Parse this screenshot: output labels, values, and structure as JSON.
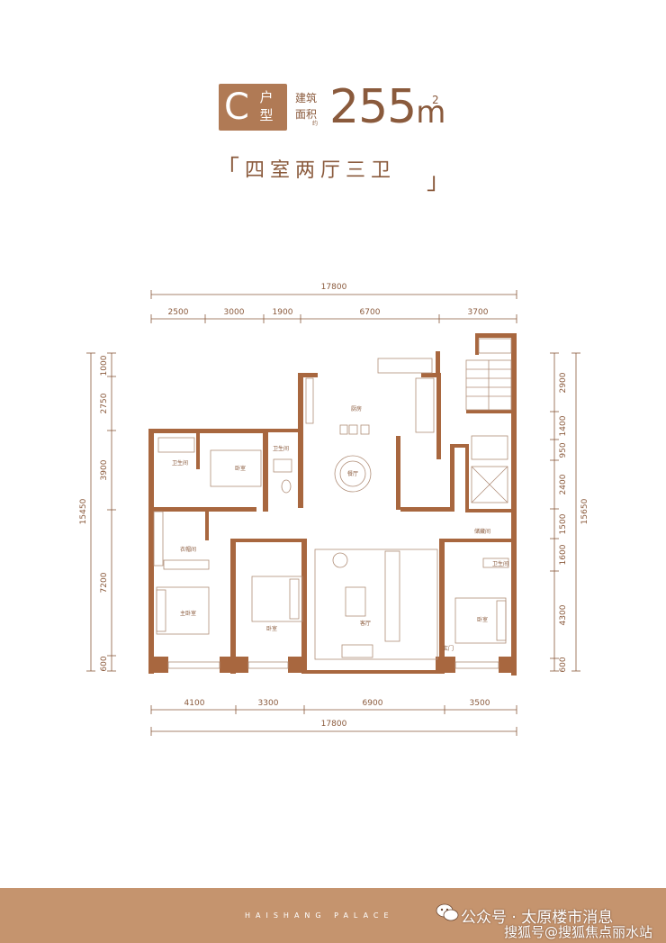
{
  "header": {
    "type_letter": "C",
    "type_suffix": "户型",
    "area_label": "建筑面积",
    "area_approx": "约",
    "area_value": "255",
    "area_unit": "m",
    "area_sup": "2",
    "layout": "四室两厅三卫",
    "bracket_open": "「",
    "bracket_close": "」"
  },
  "dimensions": {
    "top_total": "17800",
    "top_segments": [
      "2500",
      "3000",
      "1900",
      "6700",
      "3700"
    ],
    "bottom_segments": [
      "4100",
      "3300",
      "6900",
      "3500"
    ],
    "bottom_total": "17800",
    "left_total": "15450",
    "left_segments": [
      "1000",
      "2750",
      "3900",
      "7200",
      "600"
    ],
    "right_total": "15650",
    "right_segments": [
      "2900",
      "1400",
      "950",
      "2400",
      "1500",
      "1600",
      "4300",
      "600"
    ]
  },
  "rooms": {
    "kitchen": "厨房",
    "dining": "餐厅",
    "bath_1": "卫生间",
    "bath_2": "卫生间",
    "bath_3": "卫生间",
    "bedroom_1": "卧室",
    "bedroom_2": "卧室",
    "bedroom_3": "卧室",
    "master": "主卧室",
    "closet": "衣帽间",
    "living": "客厅",
    "storage": "储藏间",
    "entry": "玄门"
  },
  "footer": {
    "brand": "HAISHANG PALACE",
    "wechat": "公众号 · 太原楼市消息",
    "sohu": "搜狐号@搜狐焦点丽水站"
  }
}
